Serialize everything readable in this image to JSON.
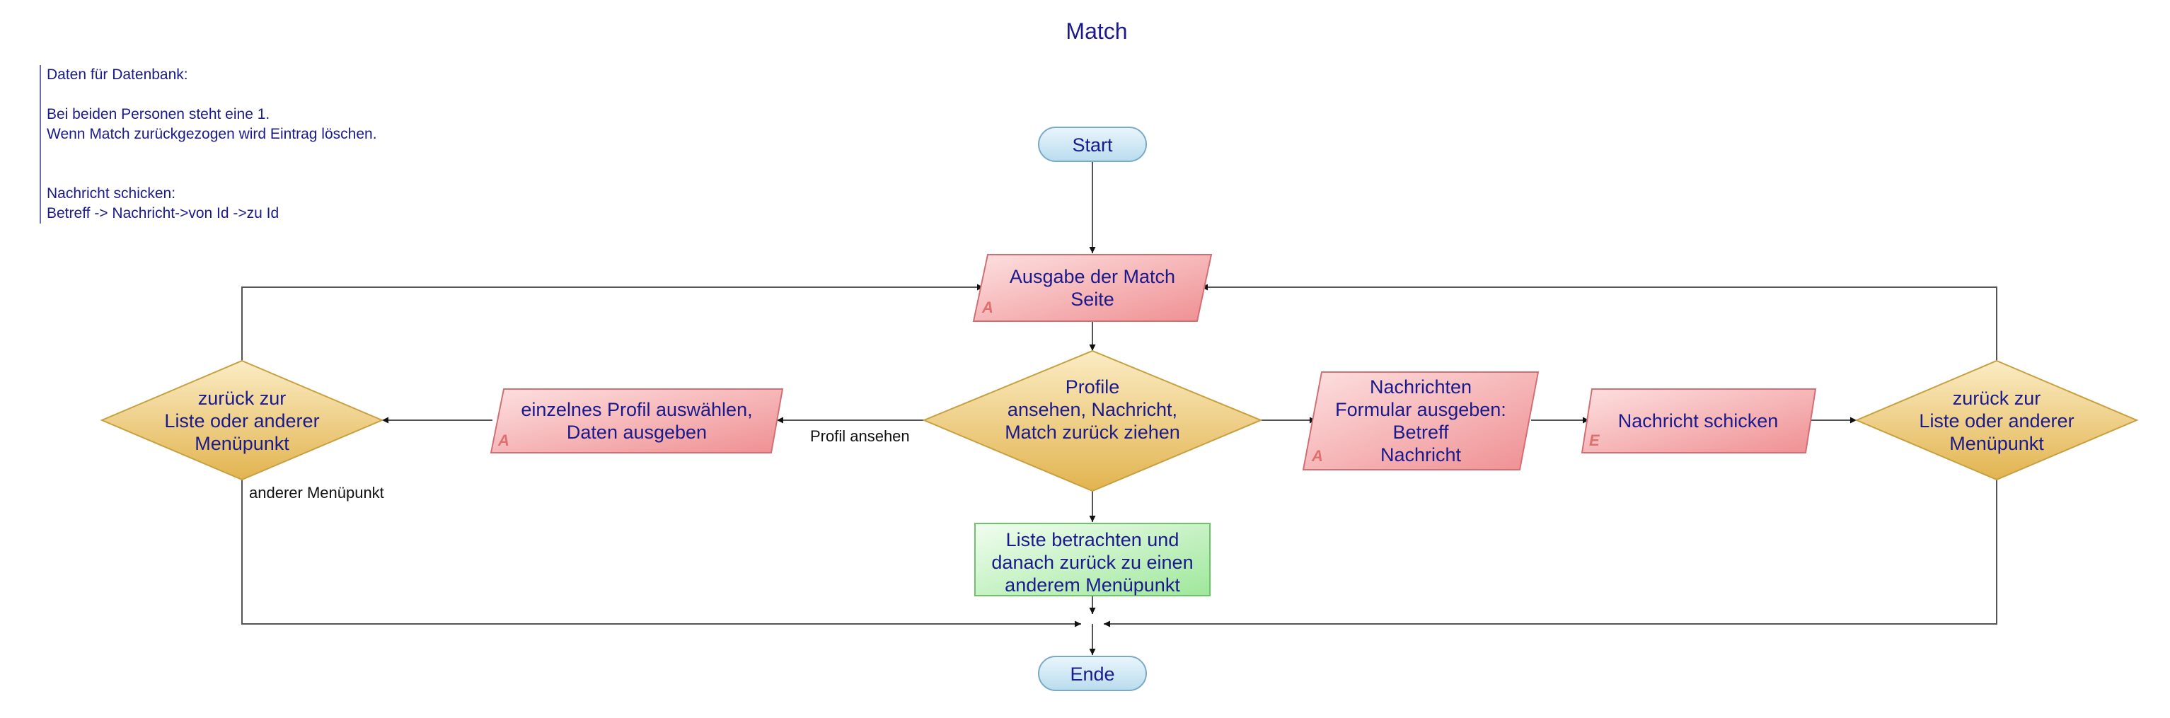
{
  "title": "Match",
  "note": {
    "lines": [
      "Daten für Datenbank:",
      "",
      "Bei beiden Personen steht eine 1.",
      "Wenn Match zurückgezogen wird Eintrag löschen.",
      "",
      "",
      "Nachricht schicken:",
      "Betreff -> Nachricht->von Id ->zu Id"
    ]
  },
  "nodes": {
    "start": {
      "lines": [
        "Start"
      ],
      "kind": "terminal"
    },
    "ausgabe": {
      "lines": [
        "Ausgabe der Match",
        "Seite"
      ],
      "kind": "io",
      "marker": "A"
    },
    "profile_decision": {
      "lines": [
        "Profile",
        "ansehen, Nachricht,",
        "Match zurück ziehen"
      ],
      "kind": "decision"
    },
    "einzelnes_profil": {
      "lines": [
        "einzelnes Profil auswählen,",
        "Daten ausgeben"
      ],
      "kind": "io",
      "marker": "A"
    },
    "zurueck_left": {
      "lines": [
        "zurück zur",
        "Liste oder anderer",
        "Menüpunkt"
      ],
      "kind": "decision"
    },
    "nachrichten_formular": {
      "lines": [
        "Nachrichten",
        "Formular ausgeben:",
        "Betreff",
        "Nachricht"
      ],
      "kind": "io",
      "marker": "A"
    },
    "nachricht_schicken": {
      "lines": [
        "Nachricht schicken"
      ],
      "kind": "io",
      "marker": "E"
    },
    "zurueck_right": {
      "lines": [
        "zurück zur",
        "Liste oder anderer",
        "Menüpunkt"
      ],
      "kind": "decision"
    },
    "liste": {
      "lines": [
        "Liste betrachten und",
        "danach zurück zu einen",
        "anderem Menüpunkt"
      ],
      "kind": "process"
    },
    "ende": {
      "lines": [
        "Ende"
      ],
      "kind": "terminal"
    }
  },
  "edge_labels": {
    "profil_ansehen": "Profil ansehen",
    "anderer_menuepunkt": "anderer Menüpunkt"
  },
  "colors": {
    "line": "#555555",
    "text": "#1a1a8c",
    "terminal_fill": "#cfe8f5",
    "terminal_stroke": "#7aaac8",
    "io_fill": "#f4a9ab",
    "io_stroke": "#d07075",
    "decision_fill": "#f0cc70",
    "decision_stroke": "#c8a040",
    "process_fill": "#c6f2c4",
    "process_stroke": "#6cc36a"
  }
}
